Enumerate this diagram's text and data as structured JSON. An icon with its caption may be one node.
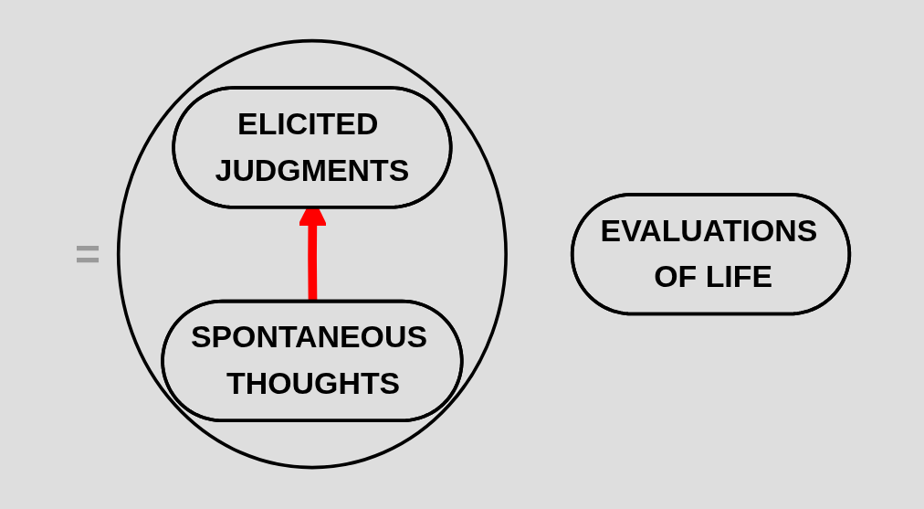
{
  "diagram": {
    "nodes": [
      {
        "text": [
          "EVALUATIONS OF LIFE"
        ]
      },
      {
        "text": [],
        "shape": "circle"
      },
      {
        "text": [
          "ELICITED JUDGMENTS"
        ],
        "in": 1
      },
      {
        "text": [
          "SPONTANEOUS THOUGHTS"
        ],
        "in": 1
      }
    ],
    "edges": [
      {
        "from": 3,
        "to": 2,
        "arrow": "to",
        "color": "#ff0000"
      }
    ],
    "labels": [
      "="
    ]
  }
}
